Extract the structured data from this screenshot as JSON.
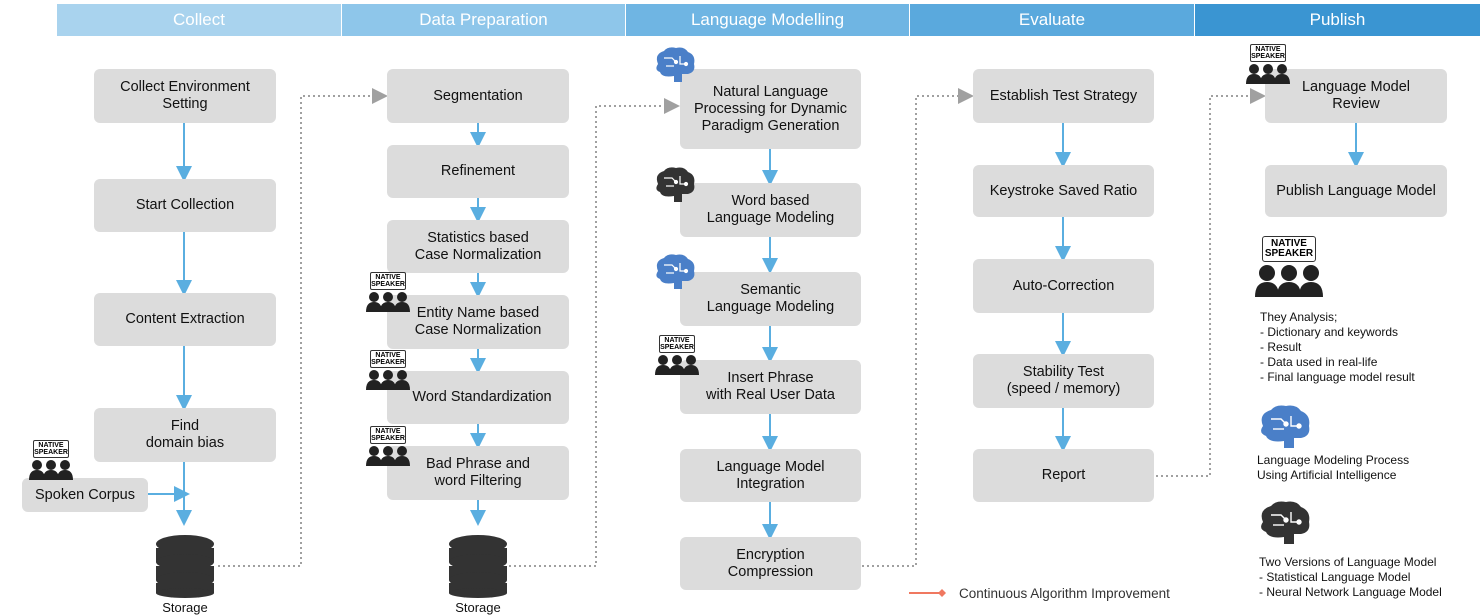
{
  "headers": [
    "Collect",
    "Data Preparation",
    "Language Modelling",
    "Evaluate",
    "Publish"
  ],
  "collect": {
    "boxes": [
      "Collect Environment\nSetting",
      "Start Collection",
      "Content Extraction",
      "Find\ndomain bias"
    ],
    "spoken_corpus": "Spoken Corpus",
    "storage": "Storage"
  },
  "prep": {
    "boxes": [
      "Segmentation",
      "Refinement",
      "Statistics based\nCase Normalization",
      "Entity Name based\nCase Normalization",
      "Word Standardization",
      "Bad Phrase and\nword Filtering"
    ],
    "storage": "Storage"
  },
  "model": {
    "boxes": [
      "Natural Language\nProcessing for Dynamic\nParadigm Generation",
      "Word based\nLanguage Modeling",
      "Semantic\nLanguage Modeling",
      "Insert Phrase\nwith Real User Data",
      "Language Model\nIntegration",
      "Encryption\nCompression"
    ]
  },
  "evaluate": {
    "boxes": [
      "Establish Test Strategy",
      "Keystroke Saved Ratio",
      "Auto-Correction",
      "Stability Test\n(speed / memory)",
      "Report"
    ]
  },
  "publish": {
    "boxes": [
      "Language Model\nReview",
      "Publish Language Model"
    ]
  },
  "native_speaker": {
    "line1": "NATIVE",
    "line2": "SPEAKER"
  },
  "legend": {
    "native_title": "They Analysis;",
    "native_items": [
      "-     Dictionary and keywords",
      "-     Result",
      "-     Data used in real-life",
      "-     Final language model result"
    ],
    "ai_text": "Language Modeling Process\nUsing Artificial Intelligence",
    "dark_text": "Two Versions of Language Model\n- Statistical Language Model\n- Neural Network Language Model",
    "continuous": "Continuous Algorithm Improvement"
  },
  "colors": {
    "header1": "#a9d3ee",
    "header2": "#8ec6ea",
    "header3": "#6fb5e3",
    "header4": "#5aa9dd",
    "header5": "#3a95d2",
    "arrow": "#5aaee0",
    "box": "#dcdcdc",
    "dotted": "#a0a0a0",
    "brain_blue": "#4a7fc8",
    "brain_dark": "#333333",
    "orange": "#f07860"
  }
}
